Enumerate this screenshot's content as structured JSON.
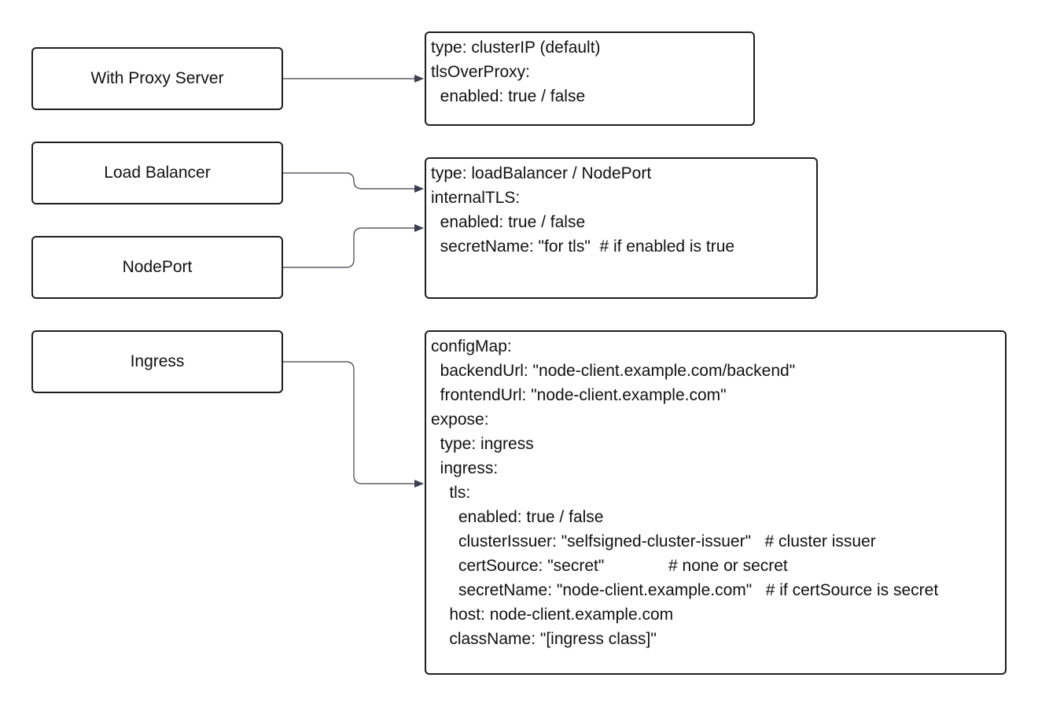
{
  "sources": [
    {
      "id": "proxy",
      "label": "With Proxy Server"
    },
    {
      "id": "lb",
      "label": "Load Balancer"
    },
    {
      "id": "nodeport",
      "label": "NodePort"
    },
    {
      "id": "ingress",
      "label": "Ingress"
    }
  ],
  "configs": [
    {
      "id": "proxy-config",
      "lines": [
        "type: clusterIP (default)",
        "tlsOverProxy:",
        "  enabled: true / false"
      ]
    },
    {
      "id": "lb-config",
      "lines": [
        "type: loadBalancer / NodePort",
        "internalTLS:",
        "  enabled: true / false",
        "  secretName: \"for tls\"  # if enabled is true"
      ]
    },
    {
      "id": "ingress-config",
      "lines": [
        "configMap:",
        "  backendUrl: \"node-client.example.com/backend\"",
        "  frontendUrl: \"node-client.example.com\"",
        "expose:",
        "  type: ingress",
        "  ingress:",
        "    tls:",
        "      enabled: true / false",
        "      clusterIssuer: \"selfsigned-cluster-issuer\"   # cluster issuer",
        "      certSource: \"secret\"              # none or secret",
        "      secretName: \"node-client.example.com\"   # if certSource is secret",
        "    host: node-client.example.com",
        "    className: \"[ingress class]\""
      ]
    }
  ],
  "edges": [
    {
      "from": "proxy",
      "to": "proxy-config"
    },
    {
      "from": "lb",
      "to": "lb-config"
    },
    {
      "from": "nodeport",
      "to": "lb-config"
    },
    {
      "from": "ingress",
      "to": "ingress-config"
    }
  ],
  "colors": {
    "stroke": "#1e1e1e",
    "arrow": "#3d3f4a",
    "background": "#ffffff"
  }
}
